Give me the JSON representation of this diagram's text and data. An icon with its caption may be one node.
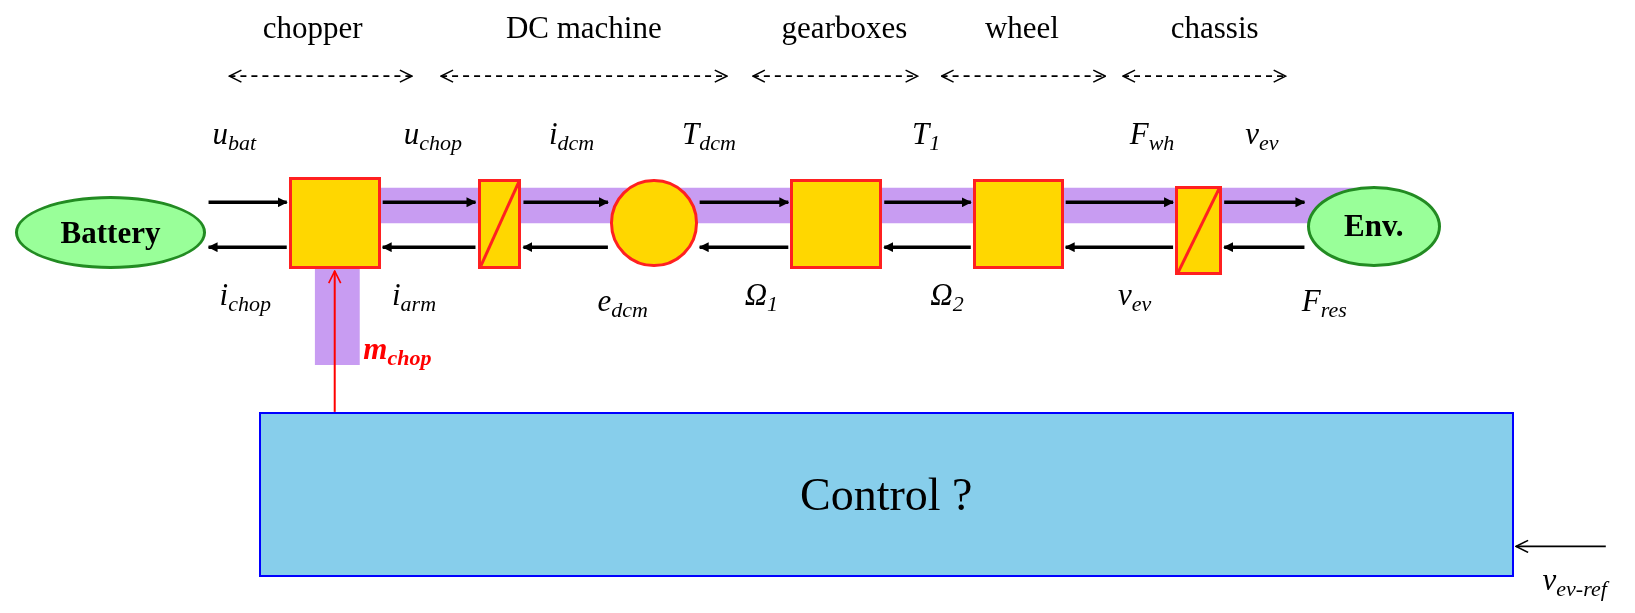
{
  "diagram": {
    "nodes": [
      {
        "text": [
          "Battery"
        ]
      },
      {
        "text": [],
        "shape": "box"
      },
      {
        "text": [],
        "shape": "box"
      },
      {
        "text": [],
        "shape": "circle"
      },
      {
        "text": [],
        "shape": "box"
      },
      {
        "text": [],
        "shape": "box"
      },
      {
        "text": [],
        "shape": "box"
      },
      {
        "text": [
          "Env."
        ]
      },
      {
        "text": [
          "Control ?"
        ]
      }
    ],
    "edges": [
      {
        "from": 0,
        "to": 1,
        "arrow": "to",
        "label": "u$_{bat}$"
      },
      {
        "from": 1,
        "to": 0,
        "arrow": "to",
        "label": "i$_{chop}$"
      },
      {
        "from": 1,
        "to": 2,
        "arrow": "to",
        "label": "u$_{chop}$"
      },
      {
        "from": 2,
        "to": 1,
        "arrow": "to",
        "label": "i$_{arm}$"
      },
      {
        "from": 2,
        "to": 3,
        "arrow": "to",
        "label": "i$_{dcm}$"
      },
      {
        "from": 3,
        "to": 2,
        "arrow": "to",
        "label": "e$_{dcm}$"
      },
      {
        "from": 3,
        "to": 4,
        "arrow": "to",
        "label": "T$_{dcm}$"
      },
      {
        "from": 4,
        "to": 3,
        "arrow": "to",
        "label": "Ω$_{1}$"
      },
      {
        "from": 4,
        "to": 5,
        "arrow": "to",
        "label": "T$_{1}$"
      },
      {
        "from": 5,
        "to": 4,
        "arrow": "to",
        "label": "Ω$_{2}$"
      },
      {
        "from": 5,
        "to": 6,
        "arrow": "to",
        "label": "F$_{wh}$"
      },
      {
        "from": 6,
        "to": 5,
        "arrow": "to",
        "label": "v$_{ev}$"
      },
      {
        "from": 6,
        "to": 7,
        "arrow": "to",
        "label": "v$_{ev}$"
      },
      {
        "from": 7,
        "to": 6,
        "arrow": "to",
        "label": "F$_{res}$"
      },
      {
        "from": 8,
        "to": 1,
        "arrow": "to",
        "label": "m$_{chop}$",
        "color": "#ff0000"
      },
      {
        "from": null,
        "to": 8,
        "arrow": "to",
        "label": "v$_{ev-ref}$"
      }
    ],
    "labels": [
      "chopper",
      "DC machine",
      "gearboxes",
      "wheel",
      "chassis"
    ]
  }
}
